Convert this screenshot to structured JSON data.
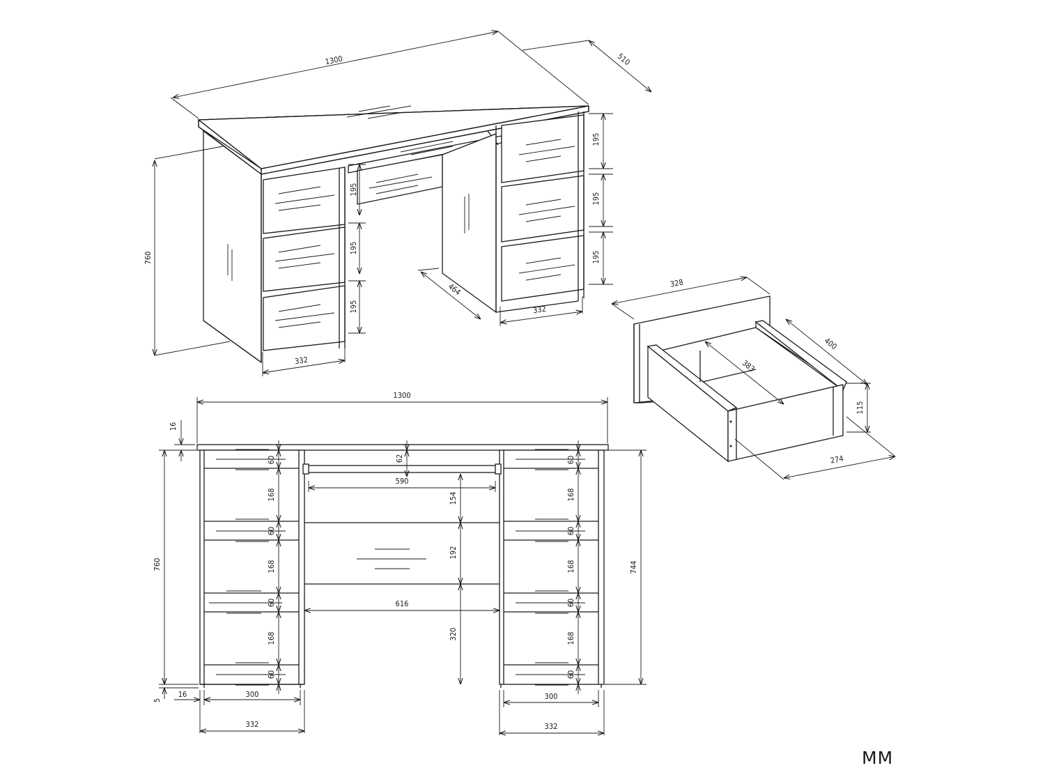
{
  "units_label": "MM",
  "iso_desk": {
    "width": "1300",
    "depth": "510",
    "height": "760",
    "drawer_left_1": "195",
    "drawer_left_2": "195",
    "drawer_left_3": "195",
    "drawer_right_1": "195",
    "drawer_right_2": "195",
    "drawer_right_3": "195",
    "pedestal_left_width": "332",
    "pedestal_right_width": "332",
    "pedestal_depth": "464"
  },
  "drawer_detail": {
    "front_width": "328",
    "length": "400",
    "diagonal": "383",
    "height": "115",
    "inner_width": "274"
  },
  "front_view": {
    "width": "1300",
    "top_thickness": "16",
    "height": "760",
    "inner_height": "744",
    "keyboard_gap": "62",
    "keyboard_width": "590",
    "panel_top": "154",
    "panel_height": "192",
    "knee_width": "616",
    "knee_height": "320",
    "left_front_1": "60",
    "left_gap_1": "168",
    "left_front_2": "60",
    "left_gap_2": "168",
    "left_front_3": "60",
    "left_gap_3": "168",
    "left_front_4": "60",
    "right_front_1": "60",
    "right_gap_1": "168",
    "right_front_2": "60",
    "right_gap_2": "168",
    "right_front_3": "60",
    "right_gap_3": "168",
    "right_front_4": "60",
    "plinth": "5",
    "side_thickness": "16",
    "left_drawer_width": "300",
    "right_drawer_width": "300",
    "left_pedestal": "332",
    "right_pedestal": "332"
  }
}
